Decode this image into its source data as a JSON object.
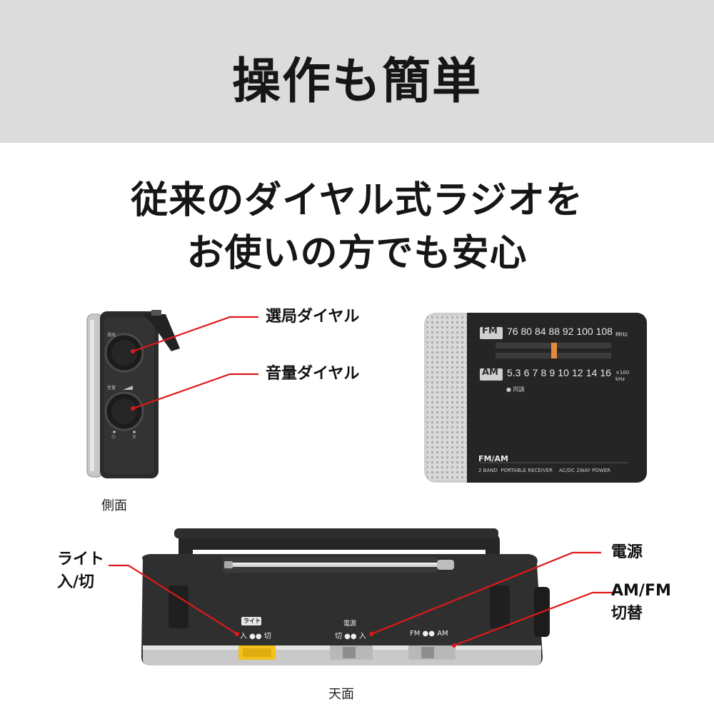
{
  "banner": {
    "title": "操作も簡単"
  },
  "headline": {
    "line1": "従来のダイヤル式ラジオを",
    "line2": "お使いの方でも安心"
  },
  "side_view": {
    "caption": "側面",
    "callout_tuning": "選局ダイヤル",
    "callout_volume": "音量ダイヤル",
    "dial_label_top": "選局",
    "dial_label_vol": "音量",
    "vol_small": "小",
    "vol_large": "大"
  },
  "dial_panel": {
    "fm_tag": "FM",
    "am_tag": "AM",
    "fm_scale": [
      "76",
      "80",
      "84",
      "88",
      "92",
      "100",
      "108"
    ],
    "fm_unit": "MHz",
    "am_scale": [
      "5.3",
      "6",
      "7",
      "8",
      "9",
      "10",
      "12",
      "14",
      "16"
    ],
    "am_unit_top": "×100",
    "am_unit_bottom": "kHz",
    "tuning_indicator": "● 同調",
    "brand": "FM/AM",
    "spec": "2 BAND  PORTABLE RECEIVER    AC/DC 2WAY POWER"
  },
  "top_view": {
    "caption": "天面",
    "callout_light_line1": "ライト",
    "callout_light_line2": "入/切",
    "callout_power": "電源",
    "callout_band_line1": "AM/FM",
    "callout_band_line2": "切替",
    "switch_light_tag": "ライト",
    "switch_light_text": "入 ●● 切",
    "switch_power_tag": "電源",
    "switch_power_text": "切 ●● 入",
    "switch_band_text": "FM ●● AM"
  },
  "colors": {
    "accent_red": "#e01818",
    "banner_gray": "#dcdcdc",
    "knob_yellow": "#f2c21a",
    "dial_orange": "#e58a3a"
  }
}
